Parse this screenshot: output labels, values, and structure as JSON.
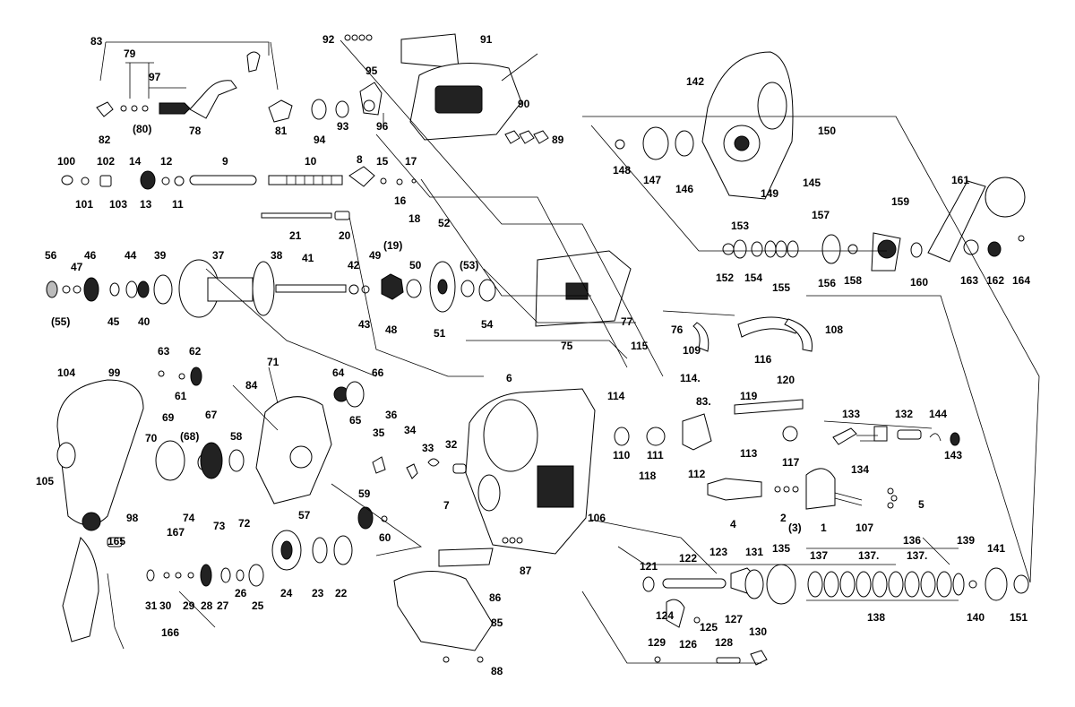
{
  "diagram": {
    "labels": [
      "83",
      "79",
      "97",
      "95",
      "82",
      "(80)",
      "78",
      "81",
      "94",
      "93",
      "96",
      "92",
      "91",
      "90",
      "89",
      "142",
      "148",
      "147",
      "146",
      "149",
      "145",
      "150",
      "100",
      "102",
      "14",
      "12",
      "9",
      "10",
      "8",
      "15",
      "17",
      "101",
      "103",
      "13",
      "11",
      "16",
      "18",
      "(19)",
      "21",
      "20",
      "52",
      "(53)",
      "49",
      "42",
      "43",
      "48",
      "50",
      "51",
      "54",
      "41",
      "38",
      "37",
      "39",
      "44",
      "46",
      "47",
      "56",
      "(55)",
      "45",
      "40",
      "75",
      "77",
      "76",
      "109",
      "116",
      "108",
      "153",
      "152",
      "154",
      "155",
      "156",
      "157",
      "158",
      "159",
      "160",
      "161",
      "163",
      "162",
      "164",
      "104",
      "99",
      "63",
      "62",
      "61",
      "71",
      "84",
      "64",
      "66",
      "65",
      "36",
      "6",
      "115",
      "114",
      "114.",
      "120",
      "119",
      "83.",
      "133",
      "132",
      "144",
      "143",
      "70",
      "69",
      "(68)",
      "67",
      "58",
      "35",
      "34",
      "33",
      "32",
      "110",
      "111",
      "113",
      "117",
      "134",
      "105",
      "98",
      "74",
      "73",
      "72",
      "57",
      "59",
      "60",
      "7",
      "118",
      "112",
      "5",
      "4",
      "2",
      "(3)",
      "1",
      "107",
      "106",
      "165",
      "31",
      "167",
      "30",
      "29",
      "28",
      "27",
      "26",
      "25",
      "24",
      "23",
      "22",
      "87",
      "86",
      "121",
      "122",
      "123",
      "131",
      "135",
      "136",
      "137",
      "137.",
      "137.",
      "139",
      "141",
      "124",
      "127",
      "125",
      "126",
      "138",
      "140",
      "151",
      "85",
      "166",
      "88",
      "129",
      "128",
      "130"
    ]
  }
}
